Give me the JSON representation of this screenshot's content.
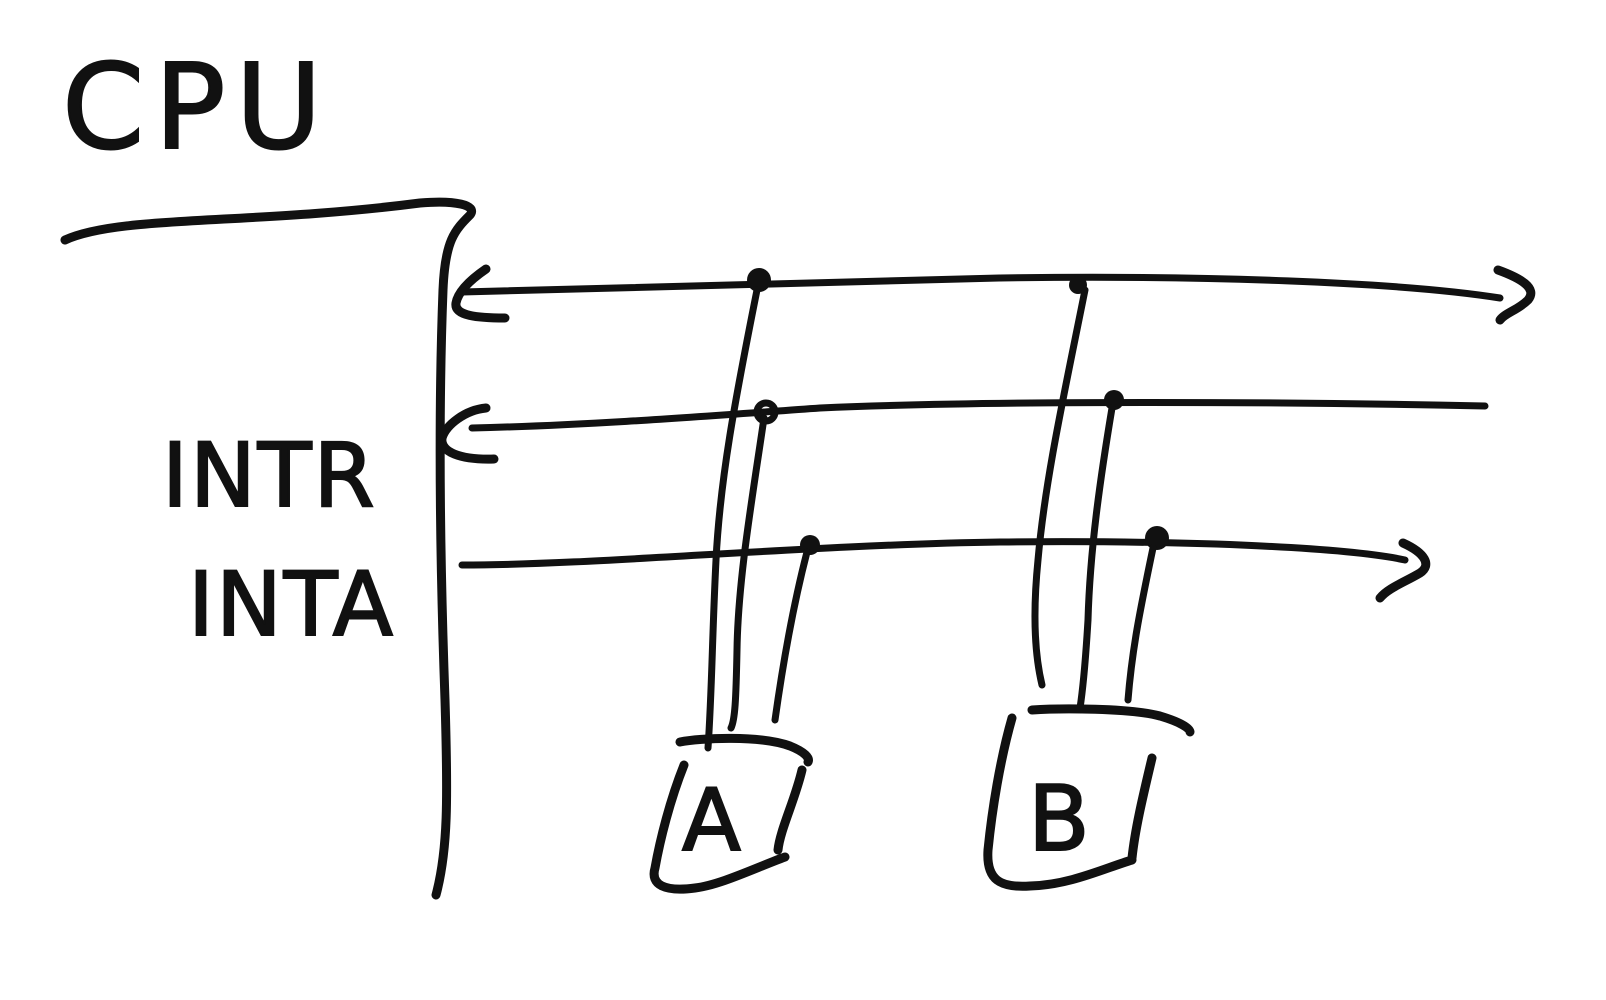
{
  "diagram": {
    "cpu_label": "CPU",
    "intr_label": "INTR",
    "inta_label": "INTA",
    "device_a_label": "A",
    "device_b_label": "B"
  }
}
